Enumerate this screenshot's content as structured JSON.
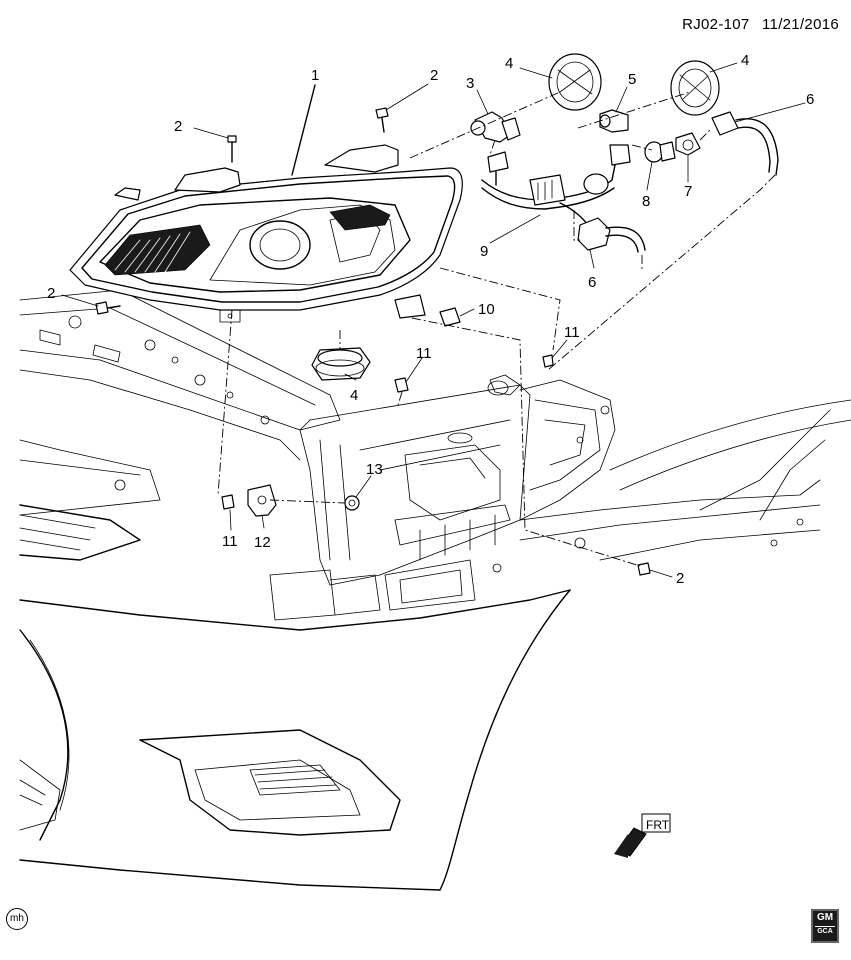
{
  "header": {
    "code": "RJ02-107",
    "date": "11/21/2016"
  },
  "callouts": {
    "c1": "1",
    "c2a": "2",
    "c2b": "2",
    "c2c": "2",
    "c2d": "2",
    "c3": "3",
    "c4a": "4",
    "c4b": "4",
    "c4c": "4",
    "c5": "5",
    "c6a": "6",
    "c6b": "6",
    "c7": "7",
    "c8": "8",
    "c9": "9",
    "c10": "10",
    "c11a": "11",
    "c11b": "11",
    "c11c": "11",
    "c12": "12",
    "c13": "13"
  },
  "direction_label": "FRT",
  "footer": {
    "mark": "mh",
    "logo_top": "GM",
    "logo_bottom": "GCA"
  },
  "icons": {
    "direction": "front-direction-arrow-icon",
    "logo": "gm-logo-icon",
    "mark": "illustrator-mark-icon"
  }
}
